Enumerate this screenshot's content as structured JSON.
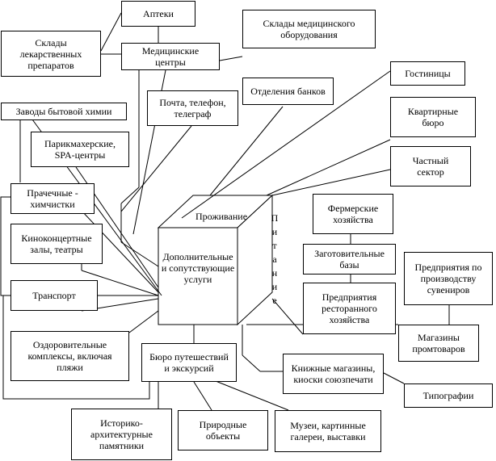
{
  "nodes": {
    "apteki": "Аптеки",
    "sklady_lek": "Склады\nлекарственных\nпрепаратов",
    "med_centry": "Медицинские\nцентры",
    "sklady_med": "Склады медицинского\nоборудования",
    "gostinicy": "Гостиницы",
    "otdeleniya_bankov": "Отделения банков",
    "pochta": "Почта, телефон,\nтелеграф",
    "zavody": "Заводы бытовой химии",
    "parikmaherskie": "Парикмахерские,\nSPA-центры",
    "kvartirnye": "Квартирные\nбюро",
    "chastny": "Частный\nсектор",
    "prachechnye": "Прачечные -\nхимчистки",
    "fermerskie": "Фермерские\nхозяйства",
    "kinokoncert": "Киноконцертные\nзалы, театры",
    "zagotovitelnye": "Заготовительные\nбазы",
    "predpr_suvenirov": "Предприятия по\nпроизводству\nсувениров",
    "transport": "Транспорт",
    "predpr_restoran": "Предприятия\nресторанного\nхозяйства",
    "magaziny_prom": "Магазины\nпромтоваров",
    "ozdorovitelnye": "Оздоровительные\nкомплексы, включая\nпляжи",
    "byuro": "Бюро путешествий\nи экскурсий",
    "knizhnye": "Книжные магазины,\nкиоски союзпечати",
    "tipografii": "Типографии",
    "istoriko": "Историко-\nархитектурные\nпамятники",
    "prirodnye": "Природные\nобъекты",
    "muzei": "Музеи, картинные\nгалереи, выставки"
  },
  "cube": {
    "top": "Проживание",
    "front": "Дополнительные\nи сопутствующие\nуслуги",
    "side": "П\nи\nт\nа\nн\nи\nе"
  }
}
